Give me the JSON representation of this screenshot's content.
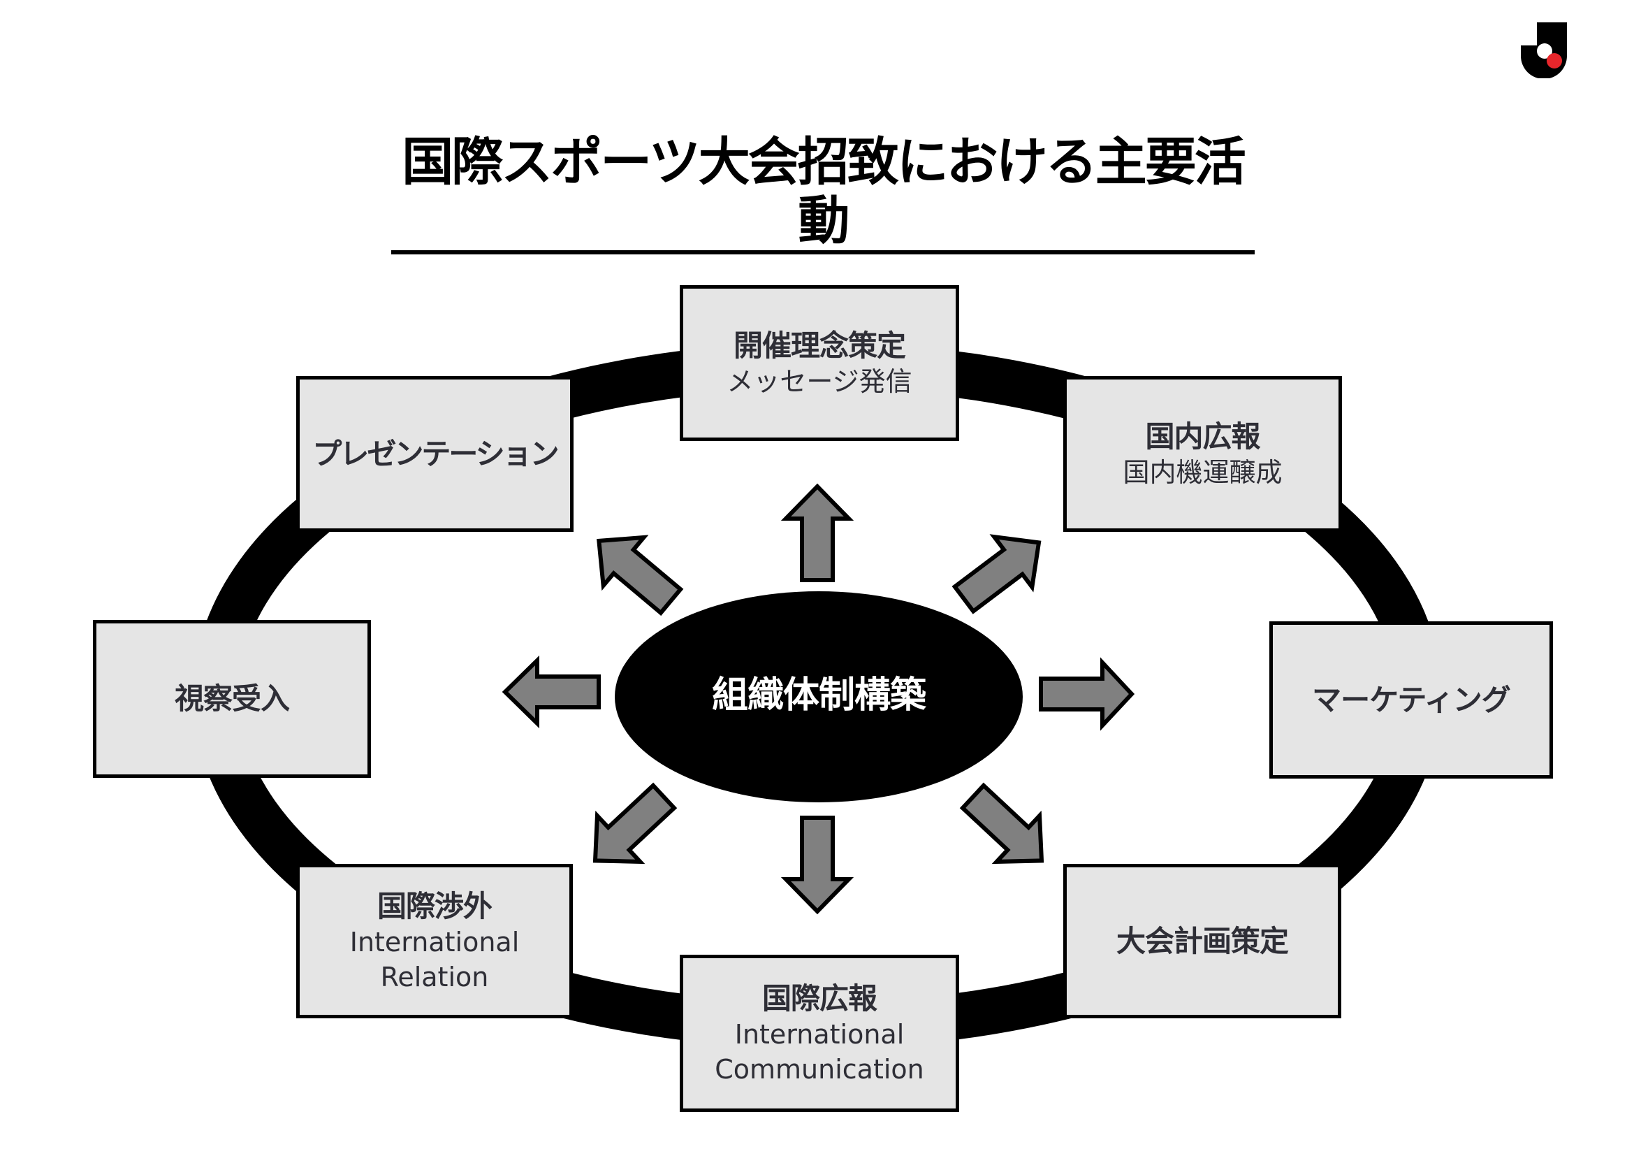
{
  "title": "国際スポーツ大会招致における主要活動",
  "logo": {
    "icon": "j-league-logo",
    "accent_color": "#e8262b"
  },
  "center": {
    "label": "組織体制構築"
  },
  "activities": [
    {
      "id": "philosophy",
      "main": "開催理念策定",
      "sub": "メッセージ発信"
    },
    {
      "id": "domestic-pr",
      "main": "国内広報",
      "sub": "国内機運醸成"
    },
    {
      "id": "marketing",
      "main": "マーケティング",
      "sub": ""
    },
    {
      "id": "event-planning",
      "main": "大会計画策定",
      "sub": ""
    },
    {
      "id": "international-pr",
      "main": "国際広報",
      "sub": "International Communication"
    },
    {
      "id": "international-relations",
      "main": "国際渉外",
      "sub": "International Relation"
    },
    {
      "id": "inspection",
      "main": "視察受入",
      "sub": ""
    },
    {
      "id": "presentation",
      "main": "プレゼンテーション",
      "sub": ""
    }
  ],
  "colors": {
    "box_fill": "#e5e5e5",
    "arrow_fill": "#808080",
    "ring": "#000000",
    "text": "#2e2e36"
  }
}
